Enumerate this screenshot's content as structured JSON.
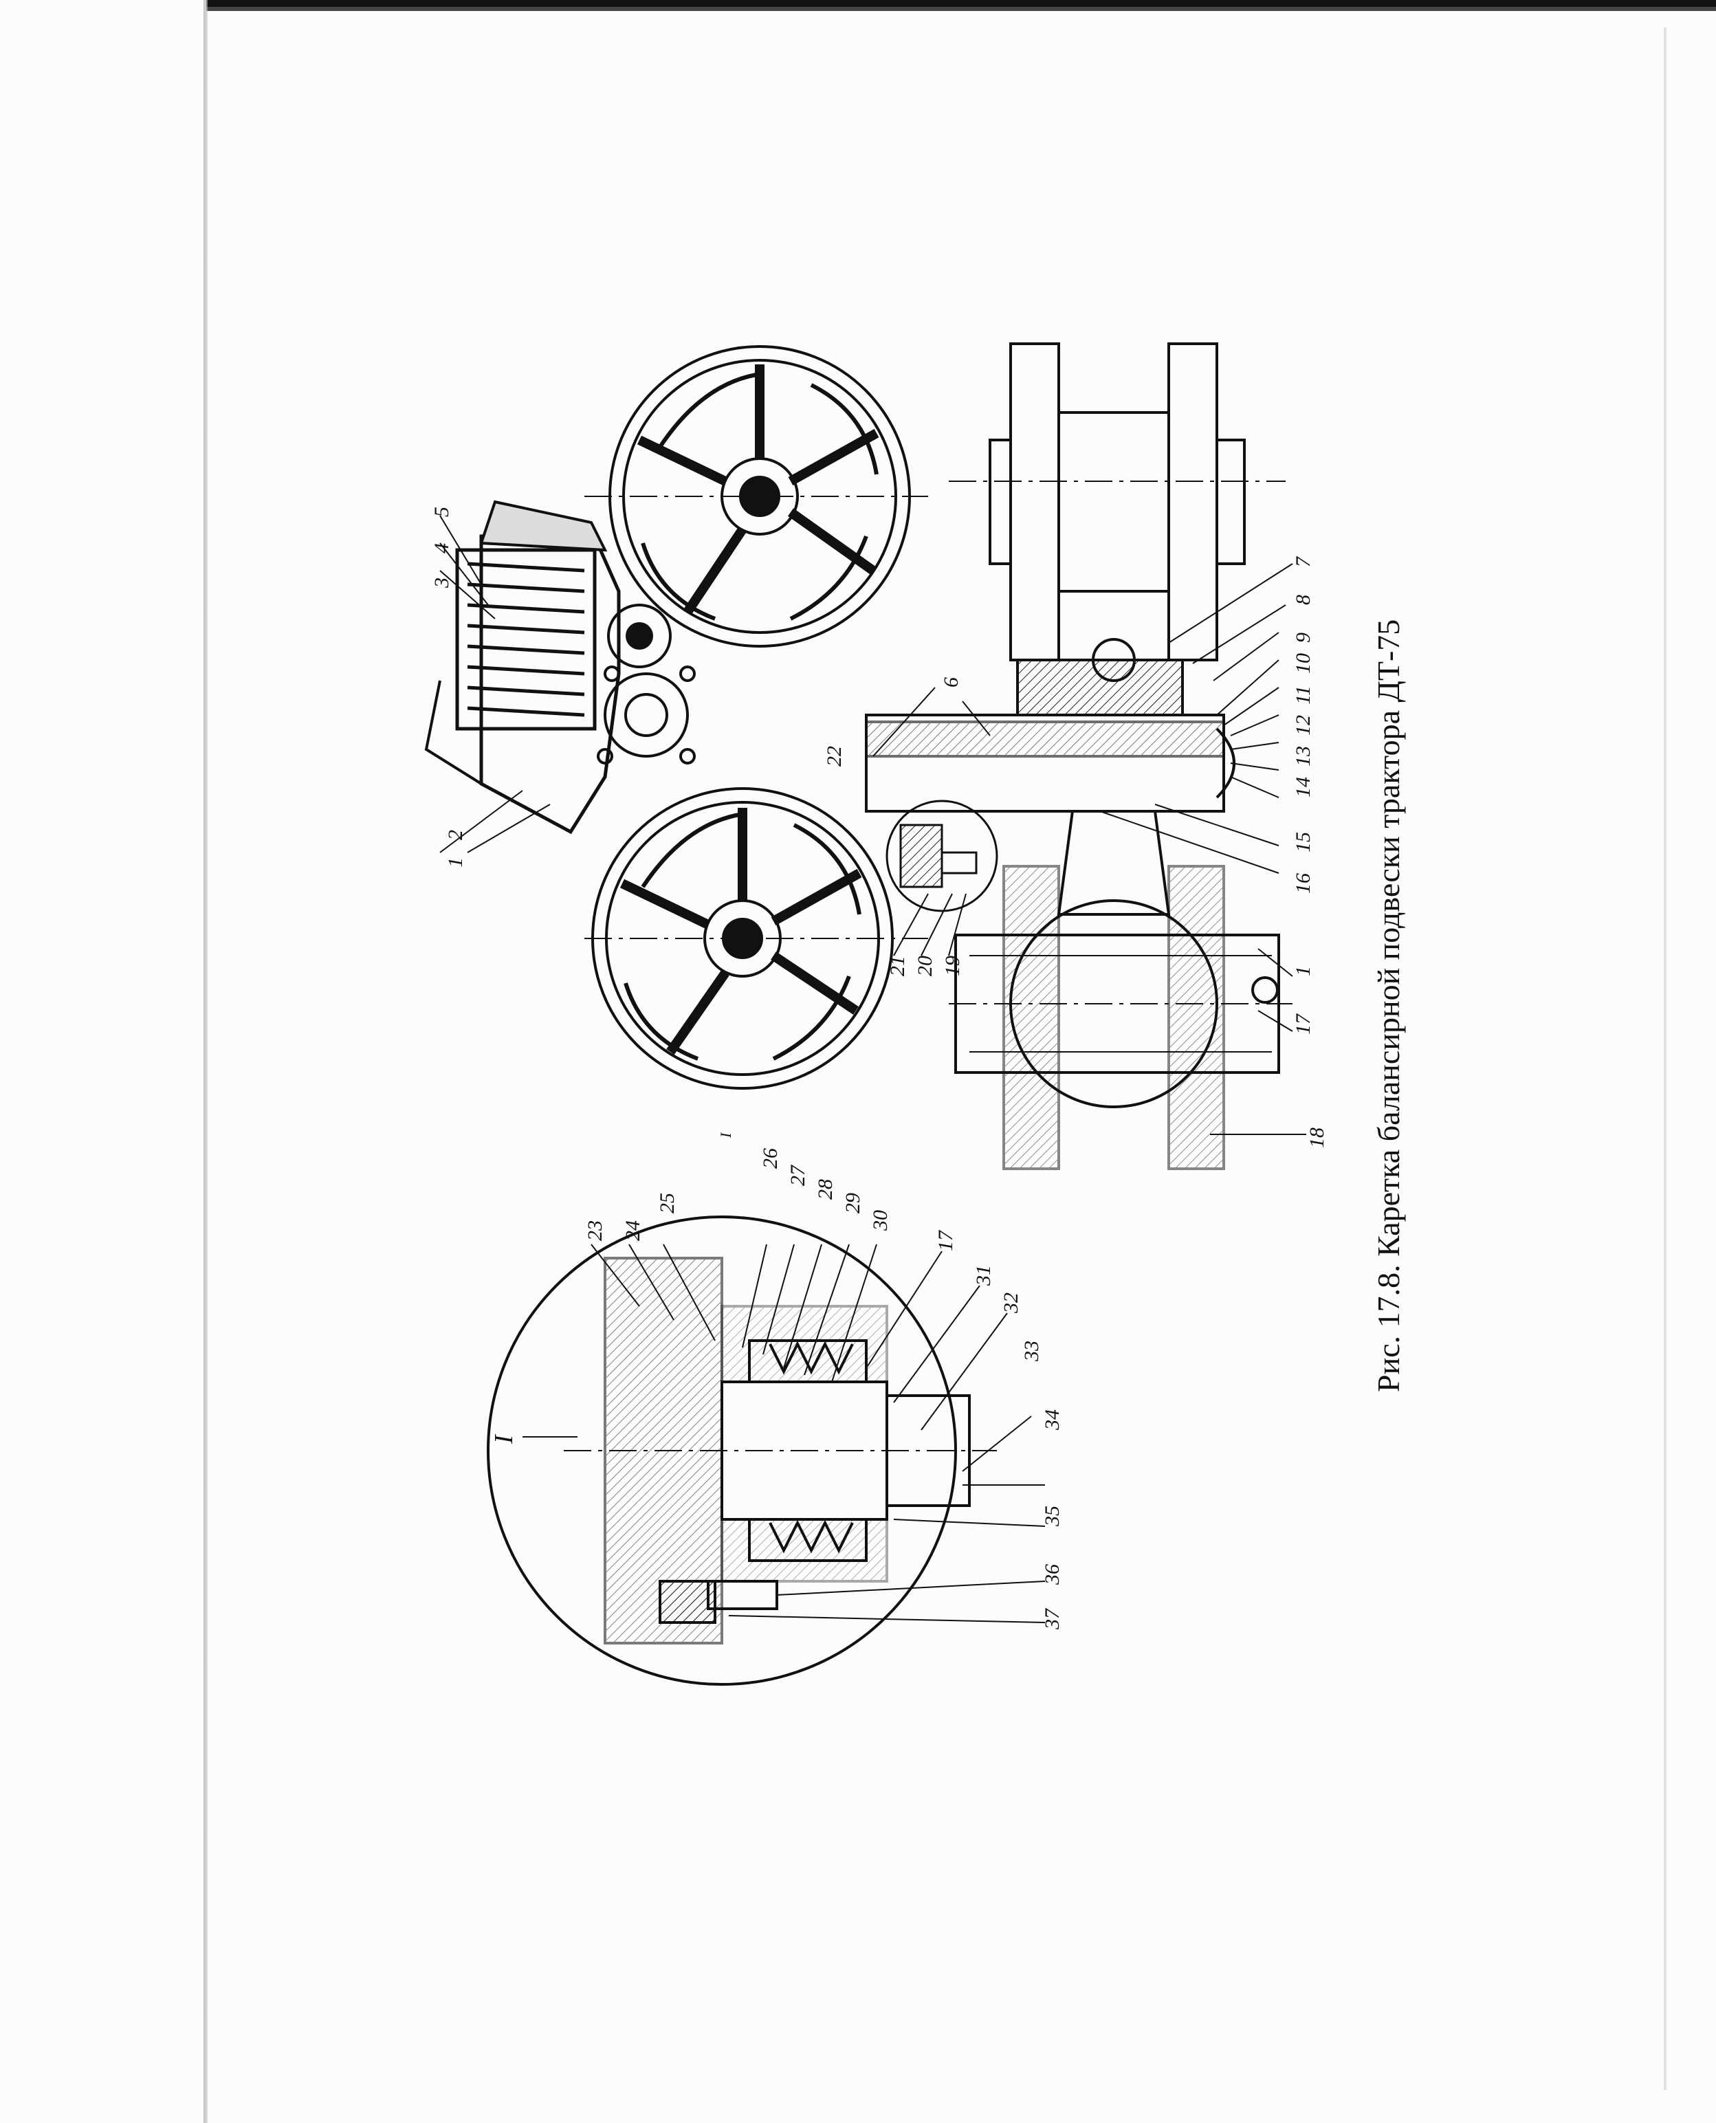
{
  "caption": "Рис. 17.8. Каретка балансирной подвески трактора ДТ-75",
  "section_mark": "I",
  "section_mark_detail": "I",
  "labels": {
    "l1": "1",
    "l2": "2",
    "l3": "3",
    "l4": "4",
    "l5": "5",
    "l6": "6",
    "l7": "7",
    "l8": "8",
    "l9": "9",
    "l10": "10",
    "l11": "11",
    "l12": "12",
    "l13": "13",
    "l14": "14",
    "l15": "15",
    "l16": "16",
    "l17": "17",
    "l18": "18",
    "l19": "19",
    "l20": "20",
    "l21": "21",
    "l22": "22",
    "l23": "23",
    "l24": "24",
    "l25": "25",
    "l26": "26",
    "l27": "27",
    "l28": "28",
    "l29": "29",
    "l30": "30",
    "l31": "31",
    "l32": "32",
    "l33": "33",
    "l34": "34",
    "l35": "35",
    "l36": "36",
    "l37": "37",
    "l17b": "17"
  }
}
